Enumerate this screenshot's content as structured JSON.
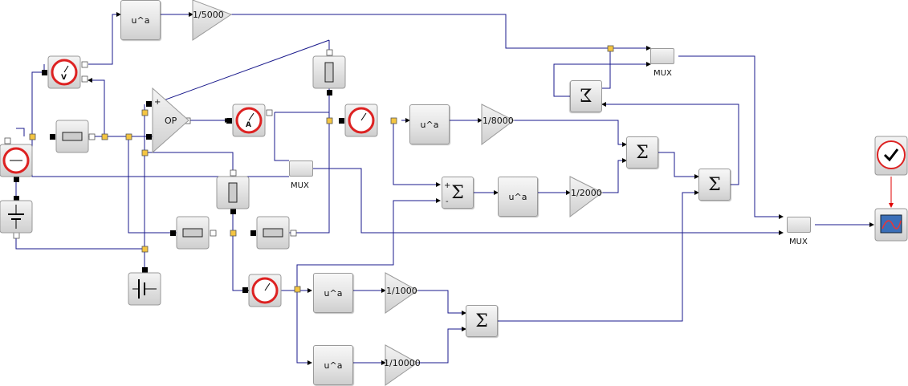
{
  "diagram": {
    "blocks": {
      "power_top": "u^a",
      "power_mid": "u^a",
      "power_sub": "u^a",
      "power_low1": "u^a",
      "power_low2": "u^a",
      "gain_top": "1/5000",
      "gain_mid": "1/8000",
      "gain_sub": "1/2000",
      "gain_low1": "1/1000",
      "gain_low2": "1/10000",
      "opamp": "OP",
      "sum_symbol": "Σ",
      "integral_symbol": "Σ",
      "sub_plus": "+",
      "sub_minus": "-",
      "op_plus": "+",
      "mux_top": "MUX",
      "mux_mid": "MUX",
      "mux_right": "MUX",
      "voltmeter": "V",
      "ammeter": "A"
    },
    "colors": {
      "signal": "#1a1a8c",
      "activation": "#e00000",
      "split_point": "#f4c542"
    }
  }
}
